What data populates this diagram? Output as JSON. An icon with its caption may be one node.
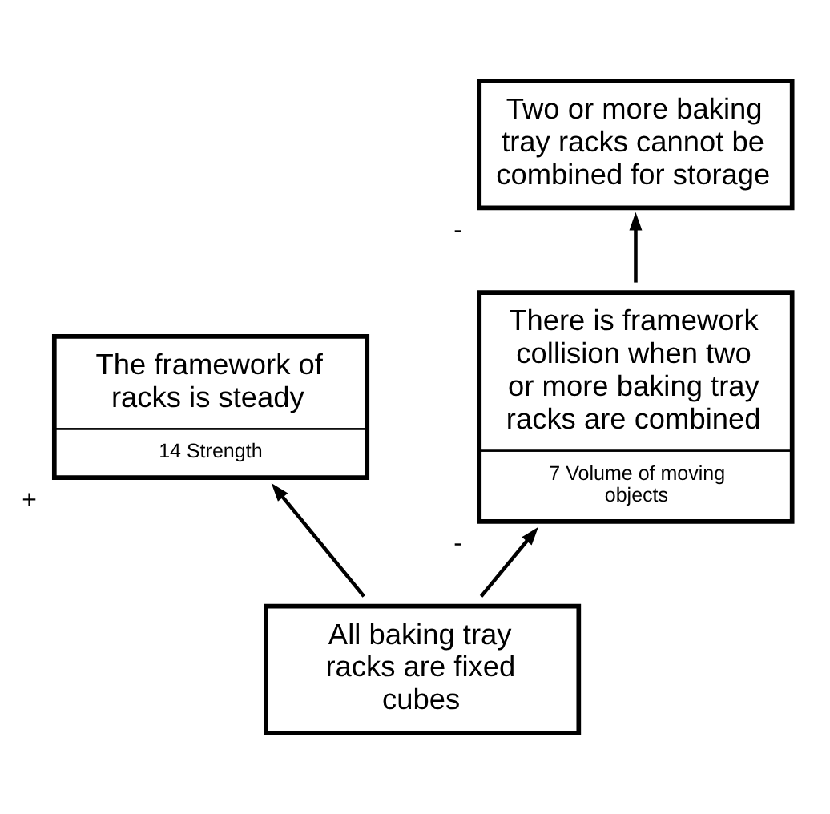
{
  "diagram": {
    "nodes": [
      {
        "text": [
          "Two or more baking tray racks cannot be combined for storage"
        ],
        "beside": [
          "-"
        ]
      },
      {
        "text": [
          "The framework of racks is steady",
          "14 Strength"
        ],
        "beside": [
          "+"
        ]
      },
      {
        "text": [
          "There is framework collision when two or more baking tray racks are combined",
          "7 Volume of moving objects"
        ],
        "beside": [
          "-"
        ]
      },
      {
        "text": [
          "All baking tray racks are fixed cubes"
        ]
      }
    ],
    "edges": [
      {
        "from": 3,
        "to": 1,
        "arrow": "to"
      },
      {
        "from": 3,
        "to": 2,
        "arrow": "to"
      },
      {
        "from": 2,
        "to": 0,
        "arrow": "to"
      }
    ]
  }
}
